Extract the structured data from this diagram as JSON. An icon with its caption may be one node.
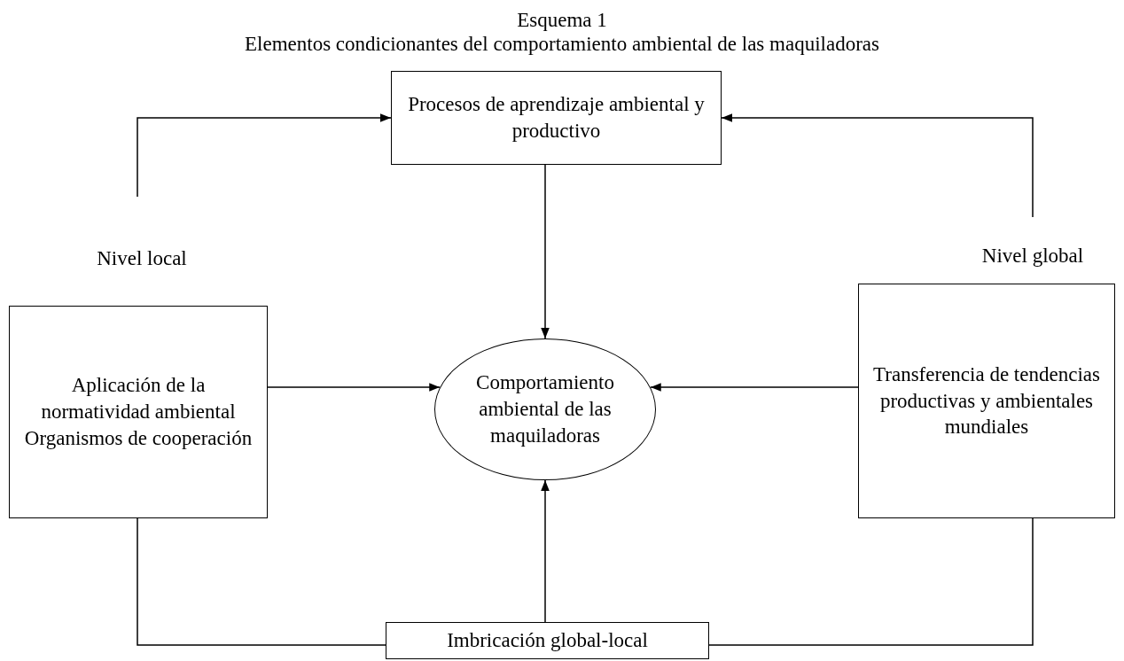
{
  "diagram": {
    "title": "Esquema 1",
    "nodes": [
      {
        "text": [
          "Procesos de aprendizaje ambiental y productivo"
        ]
      },
      {
        "text": [
          "Aplicación de la normatividad ambiental",
          "Organismos de cooperación"
        ]
      },
      {
        "text": [
          "Comportamiento ambiental de las maquiladoras"
        ]
      },
      {
        "text": [
          "Transferencia de tendencias productivas y ambientales mundiales"
        ]
      },
      {
        "text": [
          "Imbricación global-local"
        ]
      }
    ],
    "edges": [
      {
        "from": null,
        "to": 0,
        "arrow": "to"
      },
      {
        "from": null,
        "to": 0,
        "arrow": "to"
      },
      {
        "from": 0,
        "to": 2,
        "arrow": "to"
      },
      {
        "from": 1,
        "to": 2,
        "arrow": "to"
      },
      {
        "from": 3,
        "to": 2,
        "arrow": "to"
      },
      {
        "from": 4,
        "to": 2,
        "arrow": "to"
      },
      {
        "from": 1,
        "to": 4,
        "arrow": "none"
      },
      {
        "from": 3,
        "to": 4,
        "arrow": "none"
      }
    ],
    "labels": [
      "Elementos condicionantes del comportamiento ambiental de las maquiladoras",
      "Nivel local",
      "Nivel global"
    ]
  }
}
